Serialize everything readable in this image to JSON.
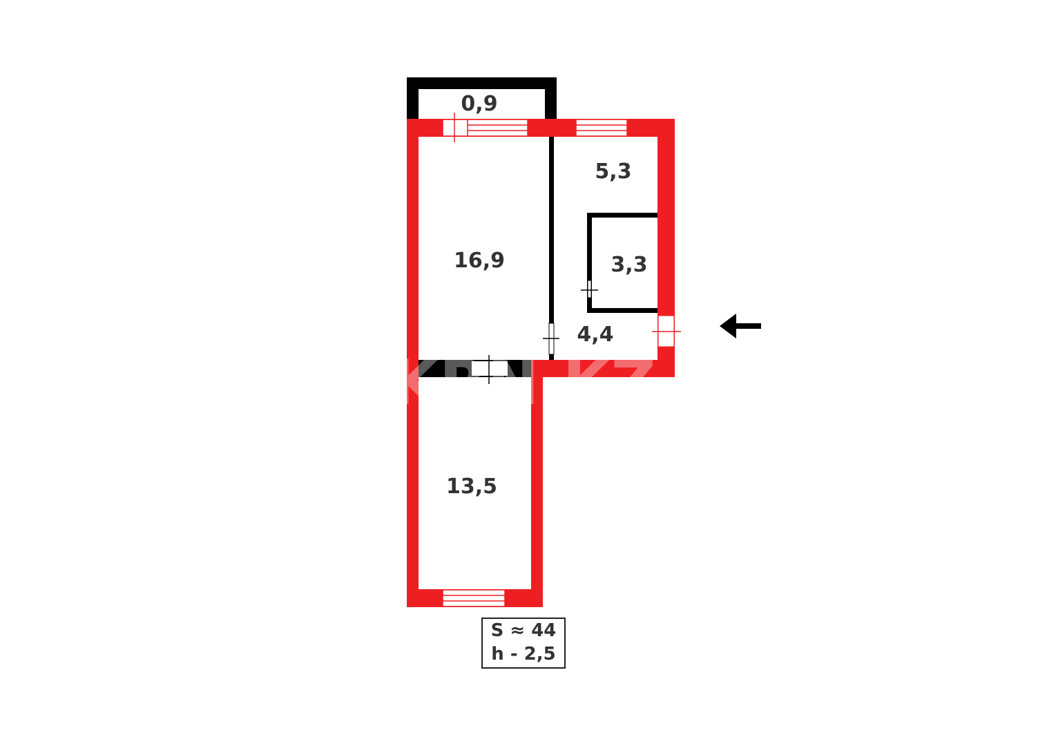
{
  "colors": {
    "exterior_wall": "#ee1f23",
    "interior_wall": "#000000",
    "text": "#333333"
  },
  "rooms": [
    {
      "label": "0,9"
    },
    {
      "label": "5,3"
    },
    {
      "label": "16,9"
    },
    {
      "label": "3,3"
    },
    {
      "label": "4,4"
    },
    {
      "label": "13,5"
    }
  ],
  "info": {
    "area": "S ≈ 44",
    "height": "h - 2,5"
  },
  "entrance_icon": "arrow-left-icon",
  "watermark": "KRN.KZ"
}
